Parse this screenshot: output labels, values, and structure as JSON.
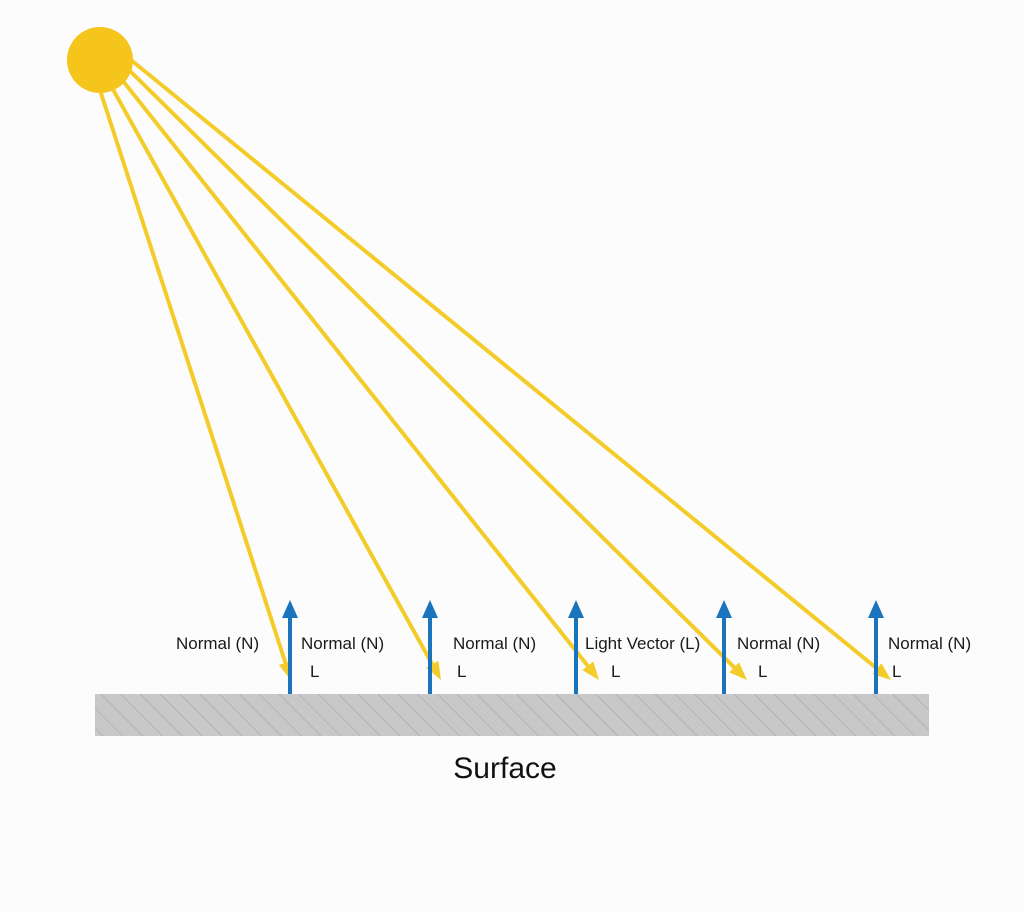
{
  "colors": {
    "sun": "#f6c51b",
    "ray": "#f4cc2a",
    "normal": "#1a73bd",
    "surface_fill": "#c8c8c8",
    "surface_hatch": "#b2b2b2",
    "text": "#1a1a1a"
  },
  "icons": {
    "light_source": "sun-icon"
  },
  "labels": {
    "surface": "Surface",
    "normal_labels": [
      "Normal (N)",
      "Normal (N)",
      "Normal (N)",
      "Light Vector (L)",
      "Normal (N)",
      "Normal (N)"
    ],
    "ray_labels": [
      "L",
      "L",
      "L",
      "L",
      "L"
    ]
  }
}
